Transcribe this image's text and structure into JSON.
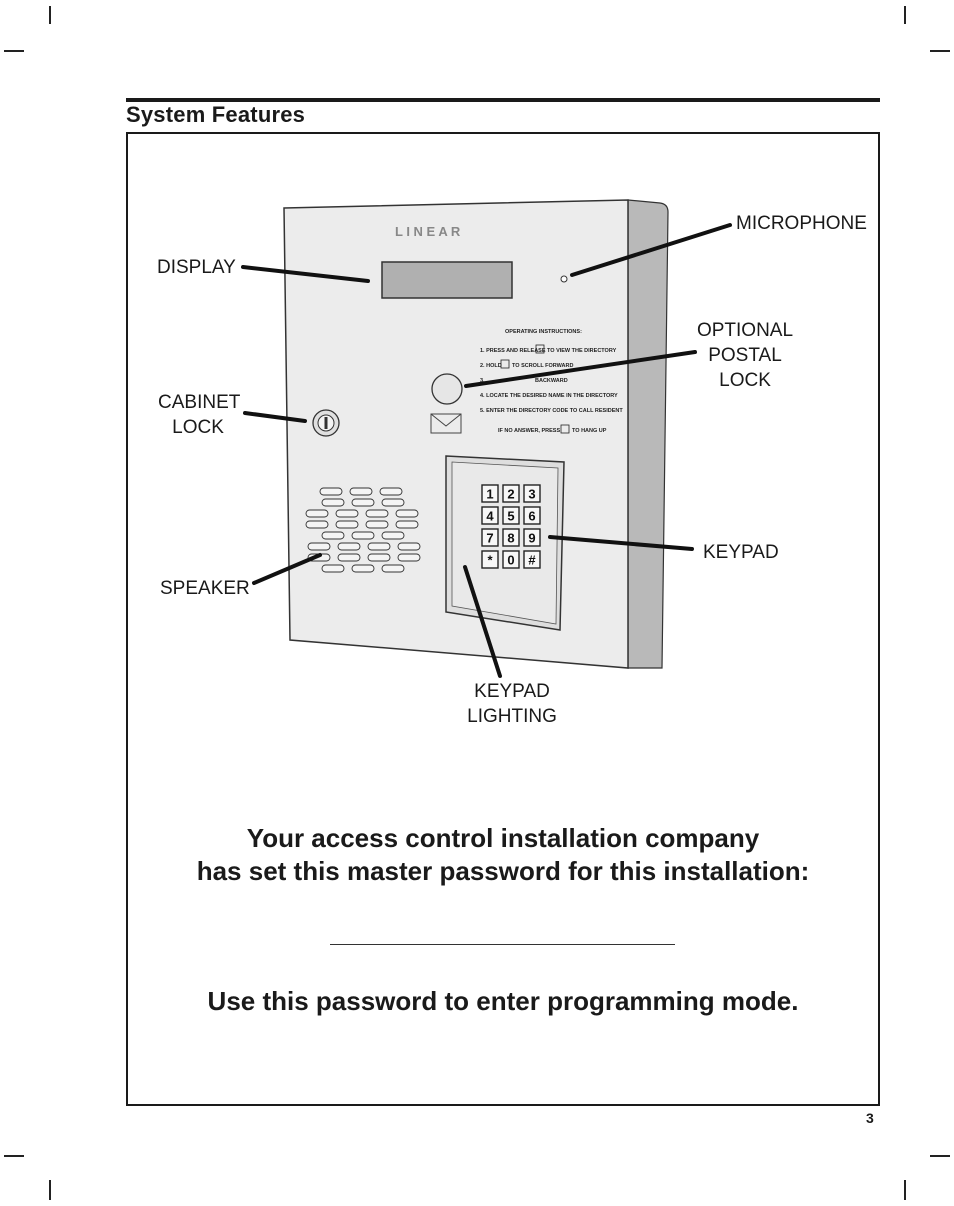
{
  "section_title": "System Features",
  "brand": "L I N E A R",
  "callouts": {
    "display": "DISPLAY",
    "microphone": "MICROPHONE",
    "cabinet_lock_1": "CABINET",
    "cabinet_lock_2": "LOCK",
    "optional_1": "OPTIONAL",
    "optional_2": "POSTAL",
    "optional_3": "LOCK",
    "keypad": "KEYPAD",
    "speaker": "SPEAKER",
    "keypad_lighting_1": "KEYPAD",
    "keypad_lighting_2": "LIGHTING"
  },
  "instructions": {
    "heading": "OPERATING INSTRUCTIONS:",
    "step1a": "1. PRESS AND RELEASE",
    "step1b": "TO VIEW THE DIRECTORY",
    "step2a": "2. HOLD",
    "step2b": "TO SCROLL FORWARD",
    "step3": "3.",
    "step3b": "BACKWARD",
    "step4": "4. LOCATE THE DESIRED NAME IN THE DIRECTORY",
    "step5": "5. ENTER THE DIRECTORY CODE TO CALL RESIDENT",
    "step6a": "IF NO ANSWER, PRESS",
    "step6b": "TO HANG UP"
  },
  "keys": [
    "1",
    "2",
    "3",
    "4",
    "5",
    "6",
    "7",
    "8",
    "9",
    "*",
    "0",
    "#"
  ],
  "password_text": {
    "line1": "Your access control installation company",
    "line2": "has set this master password for this installation:",
    "line3": "Use this password to enter programming mode."
  },
  "page_number": "3"
}
